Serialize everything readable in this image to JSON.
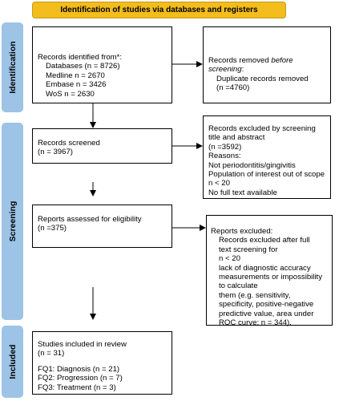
{
  "header": "Identification of studies via databases and registers",
  "stages": {
    "identification": "Identification",
    "screening": "Screening",
    "included": "Included"
  },
  "identified": {
    "title": "Records identified from*:",
    "databases": "Databases (n = 8726)",
    "medline": "Medline n = 2670",
    "embase": "Embase n = 3426",
    "wos": "WoS n = 2630"
  },
  "removed": {
    "title_plain": "Records removed ",
    "title_italic": "before",
    "title_italic2": "screening",
    "title_colon": ":",
    "duplicates": "Duplicate records removed",
    "count": "(n =4760)"
  },
  "screened": {
    "title": "Records screened",
    "count": "(n = 3967)"
  },
  "excluded_screening": {
    "line1": "Records excluded by screening",
    "line2": "title and abstract",
    "count": "(n =3592)",
    "reasons_label": "Reasons:",
    "reason1": "Not periodontitis/gingivitis",
    "reason2": "Population of interest out of scope",
    "reason3": "n < 20",
    "reason4": "No full text available"
  },
  "eligibility": {
    "title": "Reports assessed for eligibility",
    "count": "(n =375)"
  },
  "excluded_reports": {
    "title": "Reports excluded:",
    "l1": "Records excluded after full",
    "l2": "text screening for",
    "l3": "n < 20",
    "l4": "lack of diagnostic accuracy",
    "l5": "measurements or impossibility",
    "l6": "to calculate",
    "l7": "them (e.g. sensitivity,",
    "l8": "specificity, positive-negative",
    "l9": "predictive value, area under",
    "l10": "ROC curve; n = 344)."
  },
  "included": {
    "title": "Studies included in review",
    "count": "(n = 31)",
    "fq1": "FQ1: Diagnosis (n = 21)",
    "fq2": "FQ2: Progression (n = 7)",
    "fq3": "FQ3: Treatment (n = 3)"
  },
  "colors": {
    "header": "#f2bd1d",
    "stage": "#9dc3e6"
  }
}
